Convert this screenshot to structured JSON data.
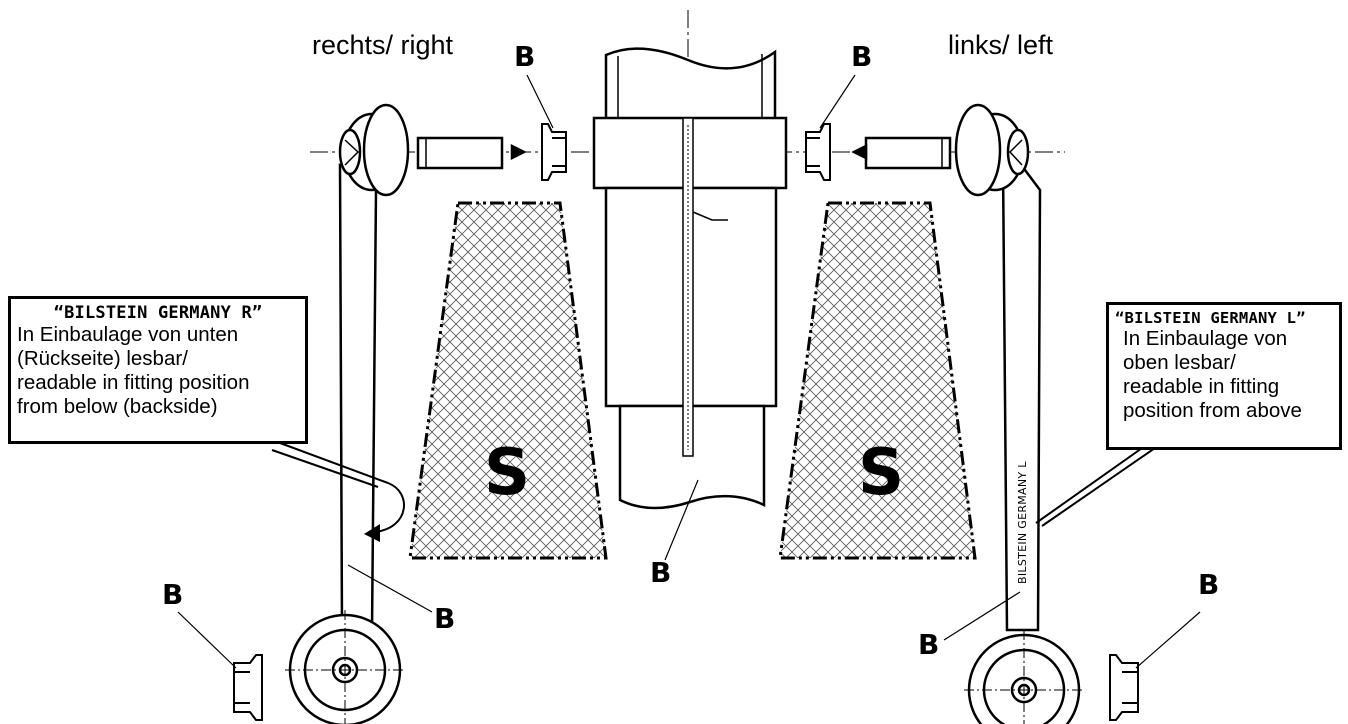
{
  "labels": {
    "right": "rechts/ right",
    "left": "links/ left",
    "b": "B",
    "s": "S"
  },
  "callout_right": {
    "title": "“BILSTEIN GERMANY  R”",
    "lines": [
      "In Einbaulage von unten",
      "(Rückseite) lesbar/",
      "readable in fitting position",
      "from below (backside)"
    ]
  },
  "callout_left": {
    "title": "“BILSTEIN GERMANY  L”",
    "lines": [
      "In Einbaulage von",
      "oben lesbar/",
      "readable in fitting",
      "position from above"
    ]
  },
  "bar_marking": "BILSTEIN GERMANY  L",
  "colors": {
    "line": "#000000",
    "background": "#ffffff"
  }
}
